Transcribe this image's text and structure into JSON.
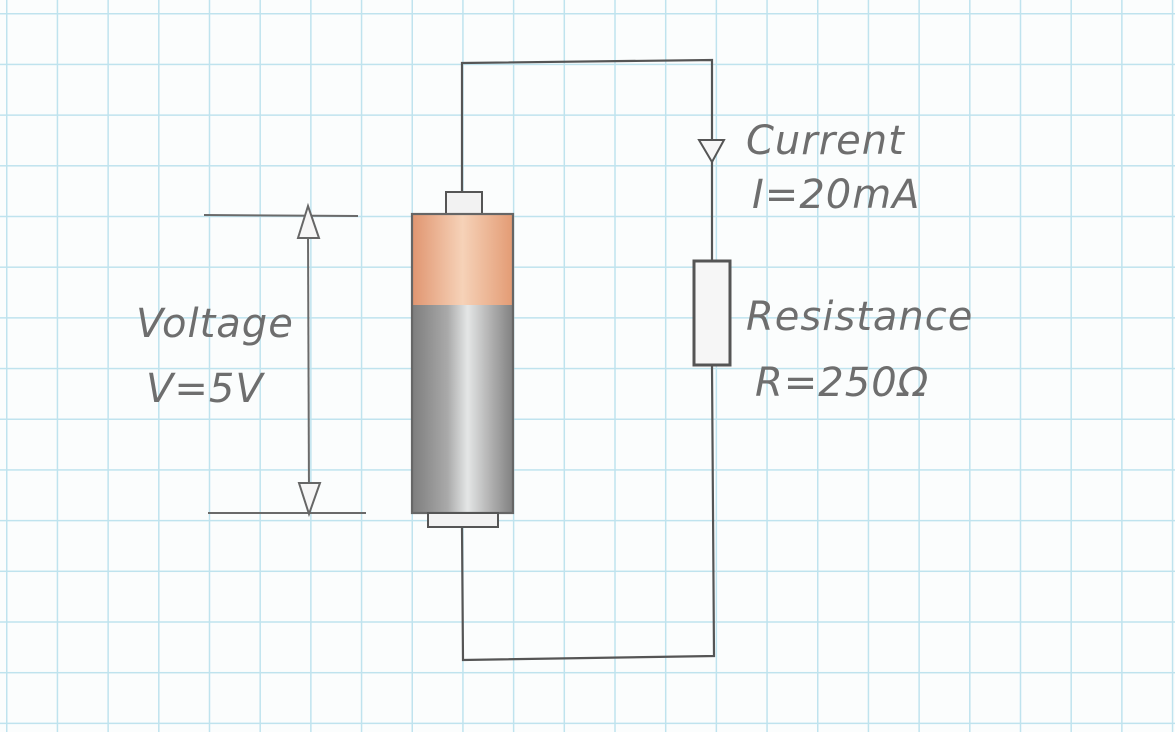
{
  "diagram": {
    "voltage": {
      "label": "Voltage",
      "value": "V=5V"
    },
    "current": {
      "label": "Current",
      "value": "I=20mA"
    },
    "resistance": {
      "label": "Resistance",
      "value": "R=250Ω"
    }
  },
  "colors": {
    "grid": "#bfe3ee",
    "paper": "#fbfdfd",
    "pencil": "#555555",
    "battery_top": "#e8a57c",
    "battery_body": "#8c8c8c"
  }
}
